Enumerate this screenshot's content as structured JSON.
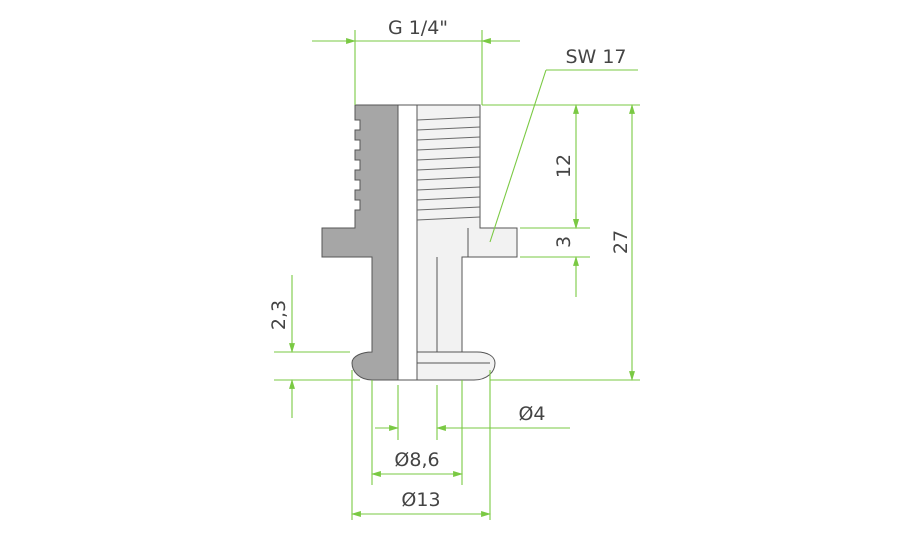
{
  "colors": {
    "dimension_line": "#7ac943",
    "text": "#444444",
    "section_fill": "#a6a6a6",
    "body_fill": "#f2f2f2",
    "outline": "#555555"
  },
  "labels": {
    "thread": "G 1/4\"",
    "wrench_size": "SW 17",
    "thread_length": "12",
    "flange_thickness": "3",
    "total_length": "27",
    "bead_height": "2,3",
    "bore_diameter": "Ø4",
    "shank_diameter": "Ø8,6",
    "bead_diameter": "Ø13"
  }
}
